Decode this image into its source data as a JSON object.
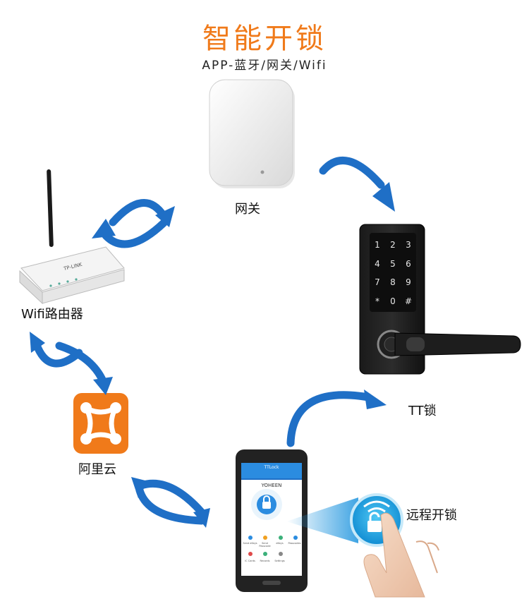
{
  "header": {
    "title": "智能开锁",
    "subtitle": "APP-蓝牙/网关/Wifi"
  },
  "nodes": {
    "gateway": "网关",
    "router": "Wifi路由器",
    "aliyun": "阿里云",
    "lock": "TT锁",
    "remote": "远程开锁"
  },
  "router_brand": "TP-LINK",
  "keypad_keys": [
    "1",
    "2",
    "3",
    "4",
    "5",
    "6",
    "7",
    "8",
    "9",
    "*",
    "0",
    "#"
  ],
  "phone": {
    "app_title": "TTLock",
    "lock_name": "YOHEEN",
    "menu": [
      "Send eKeys",
      "Send Passcode",
      "eKeys",
      "Passcodes",
      "IC Cards",
      "Records",
      "Settings"
    ]
  },
  "colors": {
    "title": "#f07a1a",
    "arrow": "#1f6fc6",
    "aliyun": "#f07a1a",
    "app_header": "#2b8ce0"
  }
}
